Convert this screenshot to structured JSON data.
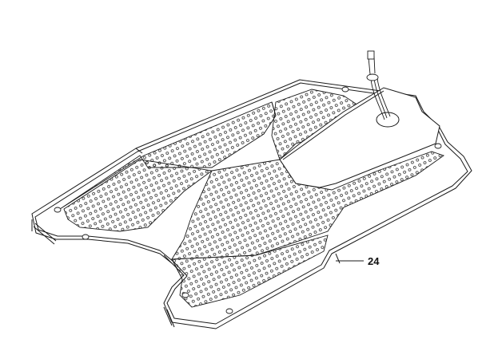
{
  "diagram": {
    "type": "exploded-parts-illustration",
    "subject": "perforated base plate / charging station plate with cable",
    "line_color": "#1a1a1a",
    "background": "#ffffff",
    "callouts": [
      {
        "label": "24",
        "target": "front-edge-strip"
      }
    ],
    "parts": [
      {
        "name": "base-plate",
        "description": "large perforated plate with rounded cutout at front"
      },
      {
        "name": "cover-plate",
        "description": "smooth raised cover with cable grommet"
      },
      {
        "name": "cable-connector",
        "description": "cable with plug through grommet"
      }
    ]
  }
}
